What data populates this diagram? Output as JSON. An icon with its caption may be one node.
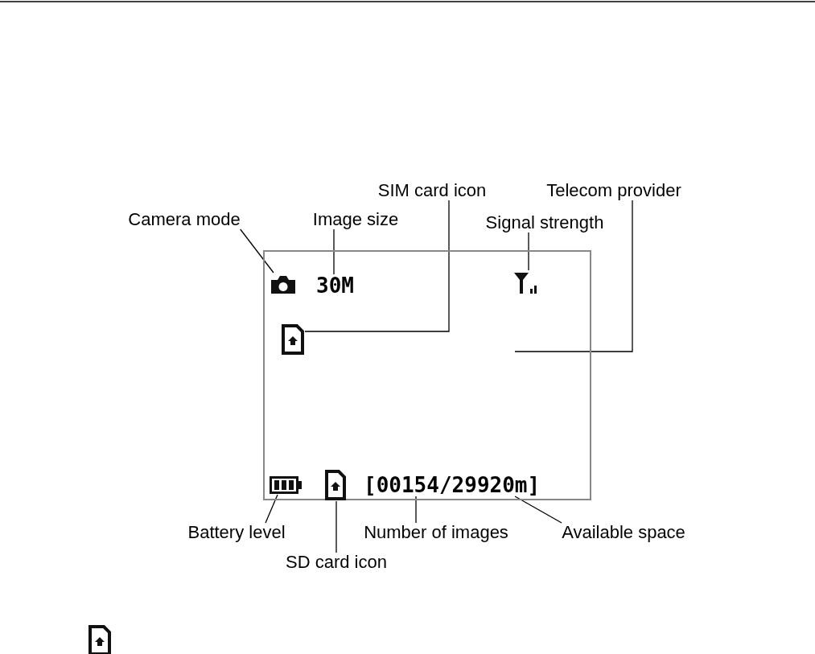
{
  "diagram": {
    "nodes": [
      {
        "text": [],
        "shape": "box"
      },
      {
        "text": [
          "Camera mode"
        ]
      },
      {
        "text": [
          "Image size"
        ]
      },
      {
        "text": [
          "SIM card icon"
        ]
      },
      {
        "text": [
          "Telecom provider"
        ]
      },
      {
        "text": [
          "Signal strength"
        ]
      },
      {
        "text": [],
        "shape": "camera",
        "in": 0
      },
      {
        "text": [
          "30M"
        ],
        "in": 0
      },
      {
        "text": [],
        "shape": "antenna",
        "in": 0
      },
      {
        "text": [],
        "shape": "card",
        "in": 0
      },
      {
        "text": [],
        "shape": "battery",
        "in": 0
      },
      {
        "text": [],
        "shape": "card",
        "in": 0
      },
      {
        "text": [
          "[00154/29920m]"
        ],
        "in": 0
      },
      {
        "text": [
          "Battery level"
        ]
      },
      {
        "text": [
          "Number of images"
        ]
      },
      {
        "text": [
          "Available space"
        ]
      },
      {
        "text": [
          "SD card icon"
        ]
      }
    ],
    "edges": [
      {
        "from": 1,
        "to": 6,
        "arrow": "none"
      },
      {
        "from": 2,
        "to": 7,
        "arrow": "none"
      },
      {
        "from": 3,
        "to": 9,
        "arrow": "none"
      },
      {
        "from": 4,
        "to": null,
        "arrow": "none"
      },
      {
        "from": 5,
        "to": 8,
        "arrow": "none"
      },
      {
        "from": 13,
        "to": 10,
        "arrow": "none"
      },
      {
        "from": 16,
        "to": 11,
        "arrow": "none"
      },
      {
        "from": 14,
        "to": 12,
        "arrow": "none"
      },
      {
        "from": 15,
        "to": 12,
        "arrow": "none"
      }
    ]
  }
}
